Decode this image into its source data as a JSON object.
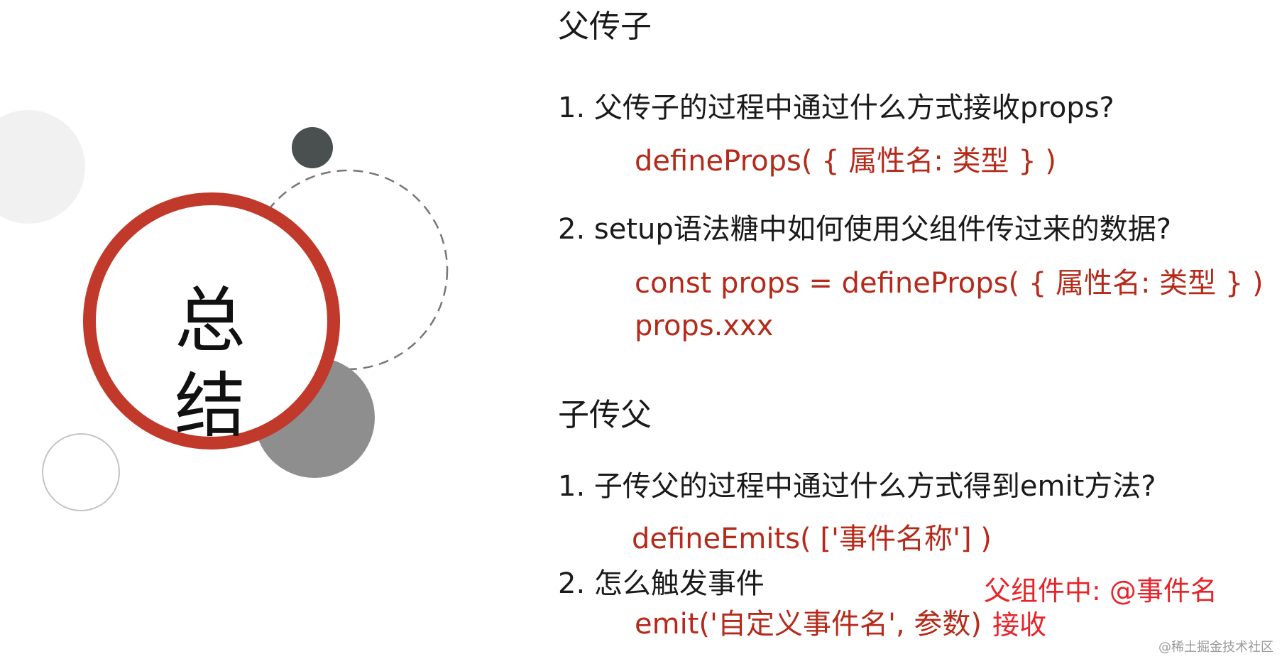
{
  "summary": {
    "title": "总结"
  },
  "parent_to_child": {
    "heading": "父传子",
    "q1": "1.  父传子的过程中通过什么方式接收props?",
    "a1": "defineProps( { 属性名:  类型 } )",
    "q2": "2.  setup语法糖中如何使用父组件传过来的数据?",
    "a2_line1": "const props = defineProps( { 属性名:  类型 } )",
    "a2_line2": "props.xxx"
  },
  "child_to_parent": {
    "heading": "子传父",
    "q1": "1.  子传父的过程中通过什么方式得到emit方法?",
    "a1": "defineEmits( ['事件名称'] )",
    "q2": "2.   怎么触发事件",
    "a2": "emit('自定义事件名', 参数)",
    "annotation_line1": "父组件中:  @事件名",
    "annotation_line2": "接收"
  },
  "watermark": "@稀土掘金技术社区",
  "colors": {
    "accent_red": "#c0392b",
    "answer_red": "#b52a1a",
    "annotation_red": "#e8232a",
    "dark_circle": "#4a4f4f",
    "gray_circle": "#8e8e8e",
    "light_circle": "#f0f0f0"
  }
}
